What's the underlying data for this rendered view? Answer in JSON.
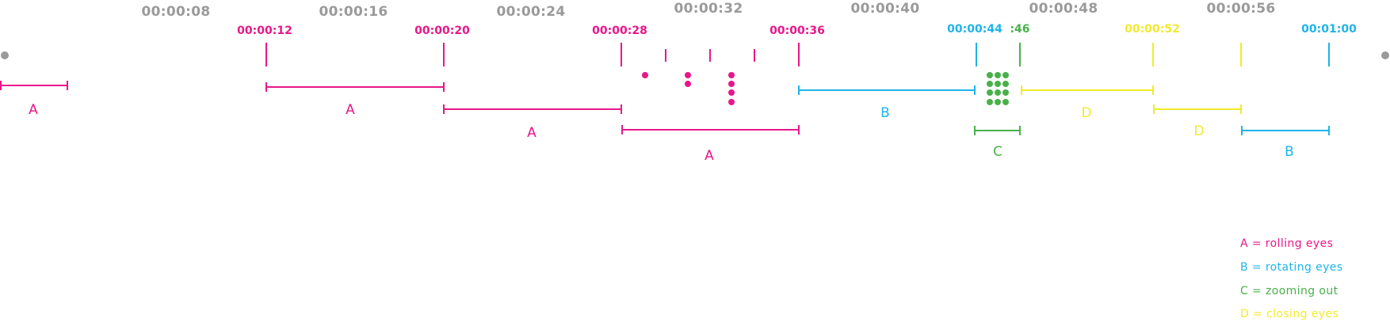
{
  "colors": {
    "A": "#e8178a",
    "B": "#1eb4ea",
    "C": "#49b04a",
    "D": "#f2ea2a",
    "grey": "#9a9a9a"
  },
  "top_ticks": [
    "00:00:08",
    "00:00:16",
    "00:00:24",
    "00:00:32",
    "00:00:40",
    "00:00:48",
    "00:00:56"
  ],
  "marker_ticks": [
    {
      "label": "00:00:12",
      "color": "A"
    },
    {
      "label": "00:00:20",
      "color": "A"
    },
    {
      "label": "00:00:28",
      "color": "A"
    },
    {
      "label": "00:00:36",
      "color": "A"
    },
    {
      "label": "00:00:44",
      "color": "B"
    },
    {
      "label": ":46",
      "color": "C"
    },
    {
      "label": "00:00:52",
      "color": "D"
    },
    {
      "label": "00:01:00",
      "color": "B"
    }
  ],
  "segments": [
    {
      "label": "A",
      "color": "A",
      "start": 0,
      "end": 3
    },
    {
      "label": "A",
      "color": "A",
      "start": 12,
      "end": 20
    },
    {
      "label": "A",
      "color": "A",
      "start": 20,
      "end": 28
    },
    {
      "label": "A",
      "color": "A",
      "start": 28,
      "end": 36
    },
    {
      "label": "B",
      "color": "B",
      "start": 36,
      "end": 44
    },
    {
      "label": "C",
      "color": "C",
      "start": 44,
      "end": 46
    },
    {
      "label": "D",
      "color": "D",
      "start": 46,
      "end": 52
    },
    {
      "label": "D",
      "color": "D",
      "start": 52,
      "end": 56
    },
    {
      "label": "B",
      "color": "B",
      "start": 56,
      "end": 60
    }
  ],
  "dot_groups": [
    {
      "color": "A",
      "count": 1
    },
    {
      "color": "A",
      "count": 2
    },
    {
      "color": "A",
      "count": 4
    },
    {
      "color": "C",
      "count": 12
    }
  ],
  "legend": [
    {
      "text": "A = rolling eyes",
      "color": "A"
    },
    {
      "text": "B = rotating eyes",
      "color": "B"
    },
    {
      "text": "C = zooming out",
      "color": "C"
    },
    {
      "text": "D = closing eyes",
      "color": "D"
    }
  ]
}
